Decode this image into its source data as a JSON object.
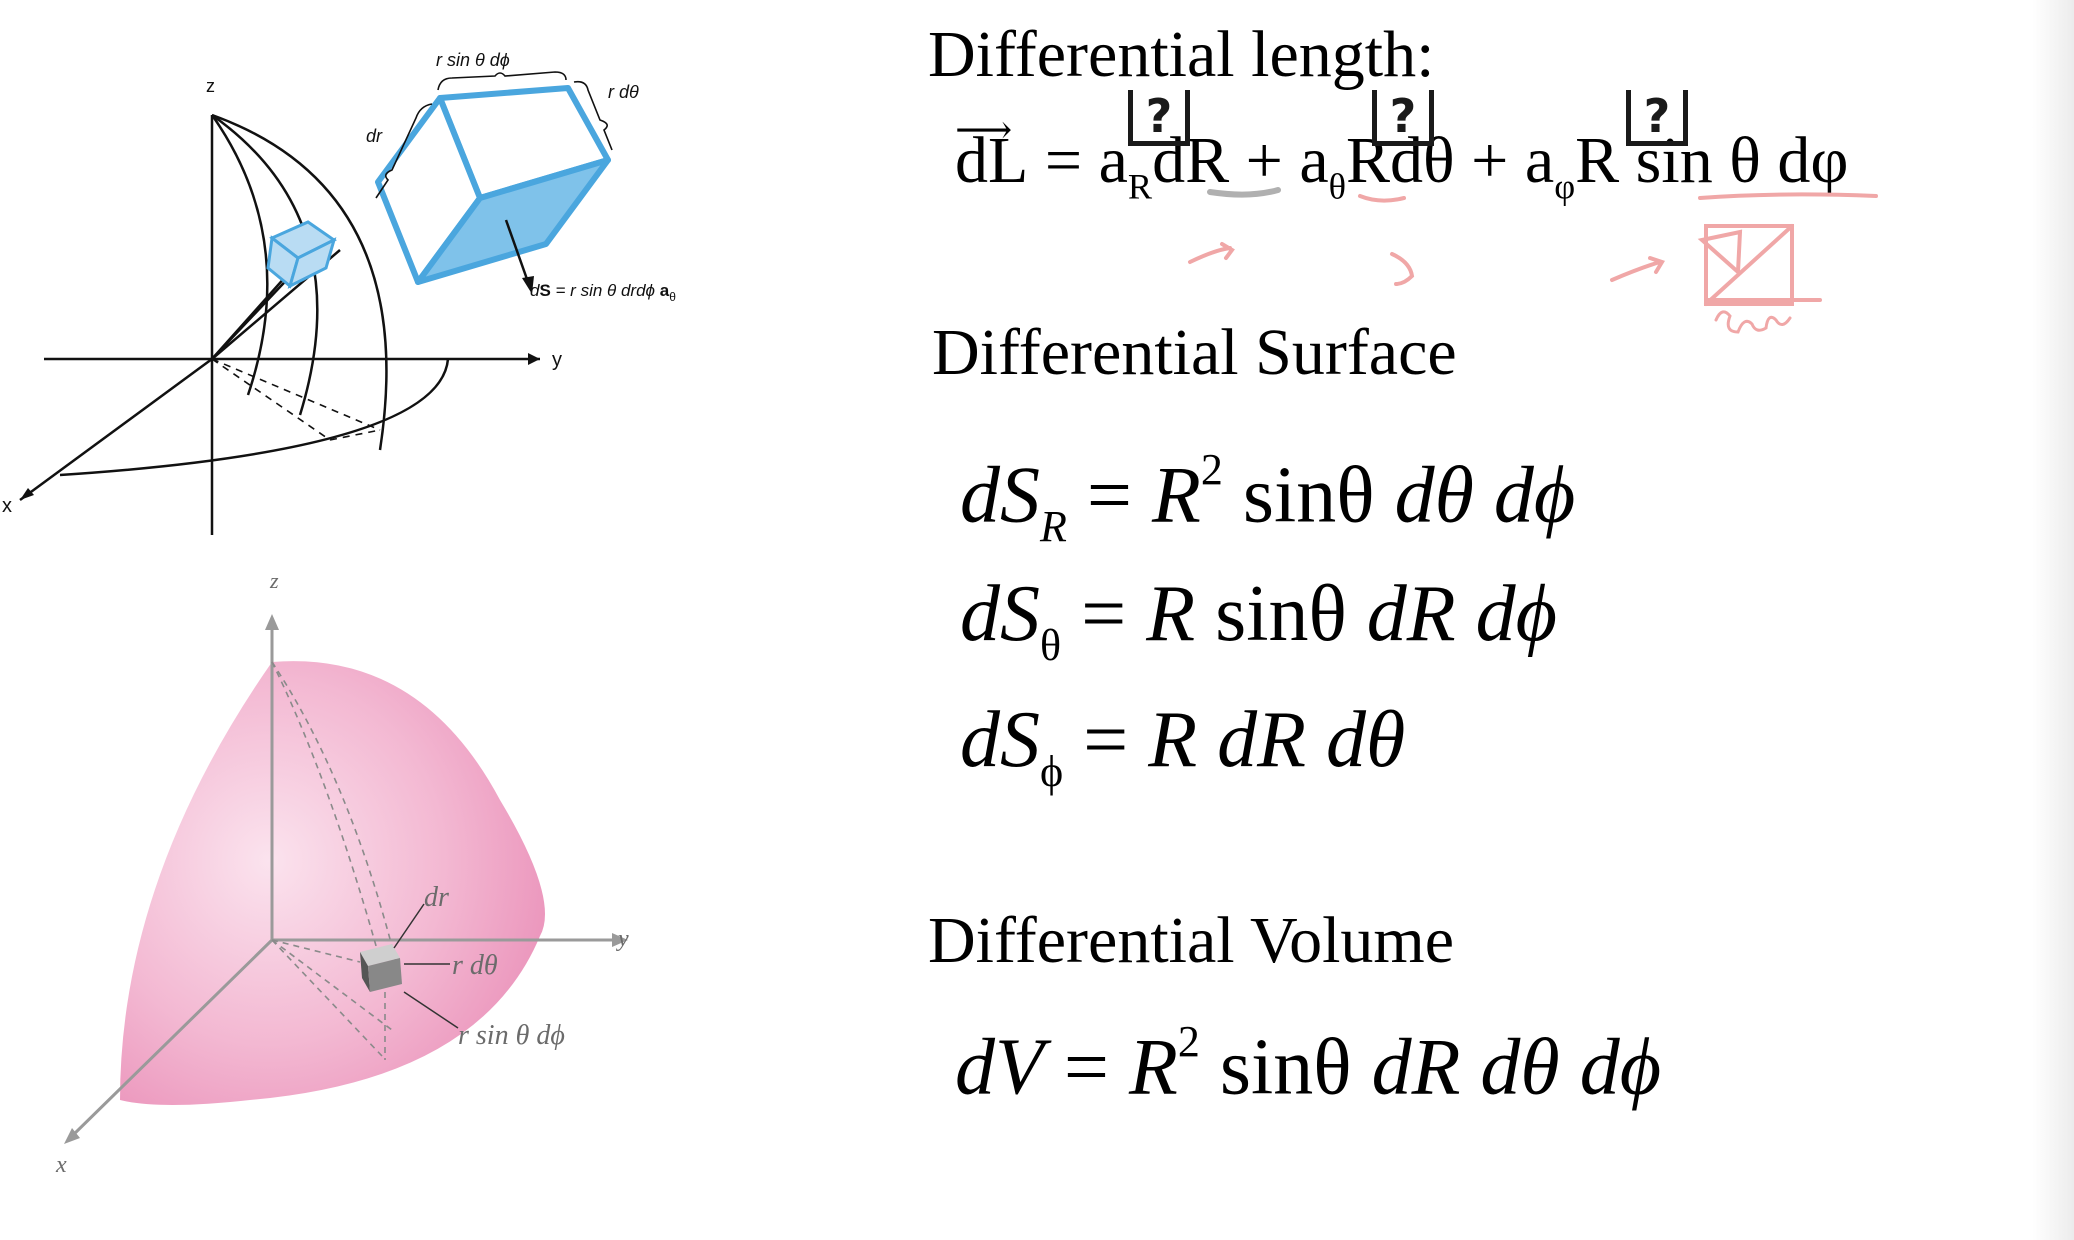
{
  "diagram_top": {
    "axis_z": "z",
    "axis_y": "y",
    "axis_x": "x",
    "edge_top": "r sin θ dϕ",
    "edge_right": "r dθ",
    "edge_left": "dr",
    "surface_label_prefix": "d",
    "surface_label_bold": "S",
    "surface_label_eq": " = r sin θ drdϕ ",
    "surface_label_vec": "a",
    "surface_label_sub": "θ"
  },
  "diagram_bottom": {
    "axis_z": "z",
    "axis_y": "y",
    "axis_x": "x",
    "label_dr": "dr",
    "label_rdtheta": "r dθ",
    "label_rsin": "r sin θ dϕ"
  },
  "length": {
    "heading": "Differential length:",
    "dL": "dL",
    "eq": "=",
    "a": "a",
    "sub_R": "R",
    "term1": "dR",
    "plus": "+",
    "sub_theta": "θ",
    "term2": "Rdθ",
    "sub_phi": "φ",
    "term3": "R sin θ dφ",
    "box_mark": "?"
  },
  "surface": {
    "heading": "Differential Surface",
    "rows": [
      {
        "lhs": "dS",
        "sub": "R",
        "rhs_pre": "R",
        "sup": "2",
        "rhs": " sinθ ",
        "rhs_it": "dθ dϕ"
      },
      {
        "lhs": "dS",
        "sub": "θ",
        "rhs_pre": "R",
        "sup": "",
        "rhs": " sinθ ",
        "rhs_it": "dR dϕ"
      },
      {
        "lhs": "dS",
        "sub": "ϕ",
        "rhs_pre": "R",
        "sup": "",
        "rhs": " ",
        "rhs_it": "dR dθ"
      }
    ]
  },
  "volume": {
    "heading": "Differential Volume",
    "lhs": "dV",
    "rhs_pre": "R",
    "sup": "2",
    "rhs": " sinθ ",
    "rhs_it": "dR dθ dϕ"
  },
  "colors": {
    "cube_blue": "#4aa6de",
    "cube_fill": "#b9dcf3",
    "sphere_pink": "#f1a9c8",
    "ink_pink": "#f0a7a7",
    "ink_gray": "#b0b0b0"
  }
}
